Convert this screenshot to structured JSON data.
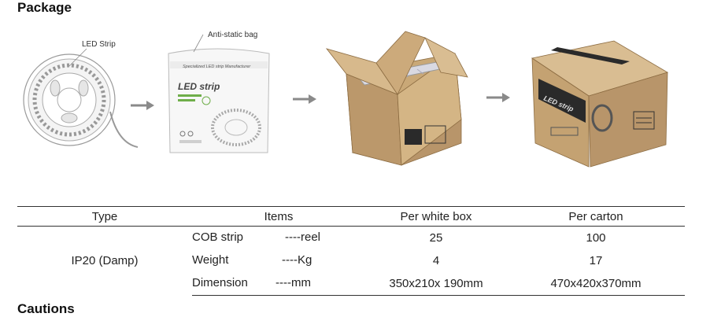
{
  "headings": {
    "package": "Package",
    "cautions": "Cautions"
  },
  "illustration": {
    "label_led_strip": "LED Strip",
    "label_bag": "Anti-static bag",
    "bag_brand": "Specialized LED strip Manufacturer",
    "bag_logo": "LED strip",
    "carton_logo": "LED strip"
  },
  "table": {
    "headers": {
      "type": "Type",
      "items": "Items",
      "per_white_box": "Per white box",
      "per_carton": "Per carton"
    },
    "type_value": "IP20 (Damp)",
    "rows": [
      {
        "item": "COB strip",
        "unit": "----reel",
        "white_box": "25",
        "carton": "100"
      },
      {
        "item": "Weight",
        "unit": "----Kg",
        "white_box": "4",
        "carton": "17"
      },
      {
        "item": "Dimension",
        "unit": "----mm",
        "white_box": "350x210x 190mm",
        "carton": "470x420x370mm"
      }
    ]
  },
  "colors": {
    "cardboard": "#c9a877",
    "cardboard_dark": "#a8865a",
    "arrow": "#8a8a8a"
  }
}
